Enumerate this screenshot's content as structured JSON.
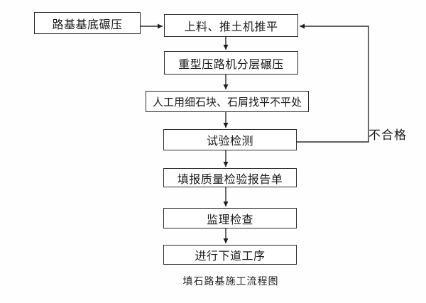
{
  "page": {
    "caption": "填石路基施工流程图"
  },
  "colors": {
    "background": "#ffffff",
    "box_border": "#2b2b2b",
    "box_fill": "#ffffff",
    "line": "#2b2b2b",
    "text": "#1b1b1b"
  },
  "flowchart": {
    "nodes": [
      {
        "id": "start",
        "label": "路基基底碾压"
      },
      {
        "id": "feed",
        "label": "上料、推土机推平"
      },
      {
        "id": "roller",
        "label": "重型压路机分层碾压"
      },
      {
        "id": "manual",
        "label": "人工用细石块、石屑找平不平处"
      },
      {
        "id": "test",
        "label": "试验检测"
      },
      {
        "id": "report",
        "label": "填报质量检验报告单"
      },
      {
        "id": "supervise",
        "label": "监理检查"
      },
      {
        "id": "next",
        "label": "进行下道工序"
      }
    ],
    "edges": [
      {
        "from": "start",
        "to": "feed"
      },
      {
        "from": "feed",
        "to": "roller"
      },
      {
        "from": "roller",
        "to": "manual"
      },
      {
        "from": "manual",
        "to": "test"
      },
      {
        "from": "test",
        "to": "report"
      },
      {
        "from": "report",
        "to": "supervise"
      },
      {
        "from": "supervise",
        "to": "next"
      },
      {
        "from": "test",
        "to": "feed",
        "label": "不合格"
      }
    ],
    "feedback_label": "不合格"
  }
}
